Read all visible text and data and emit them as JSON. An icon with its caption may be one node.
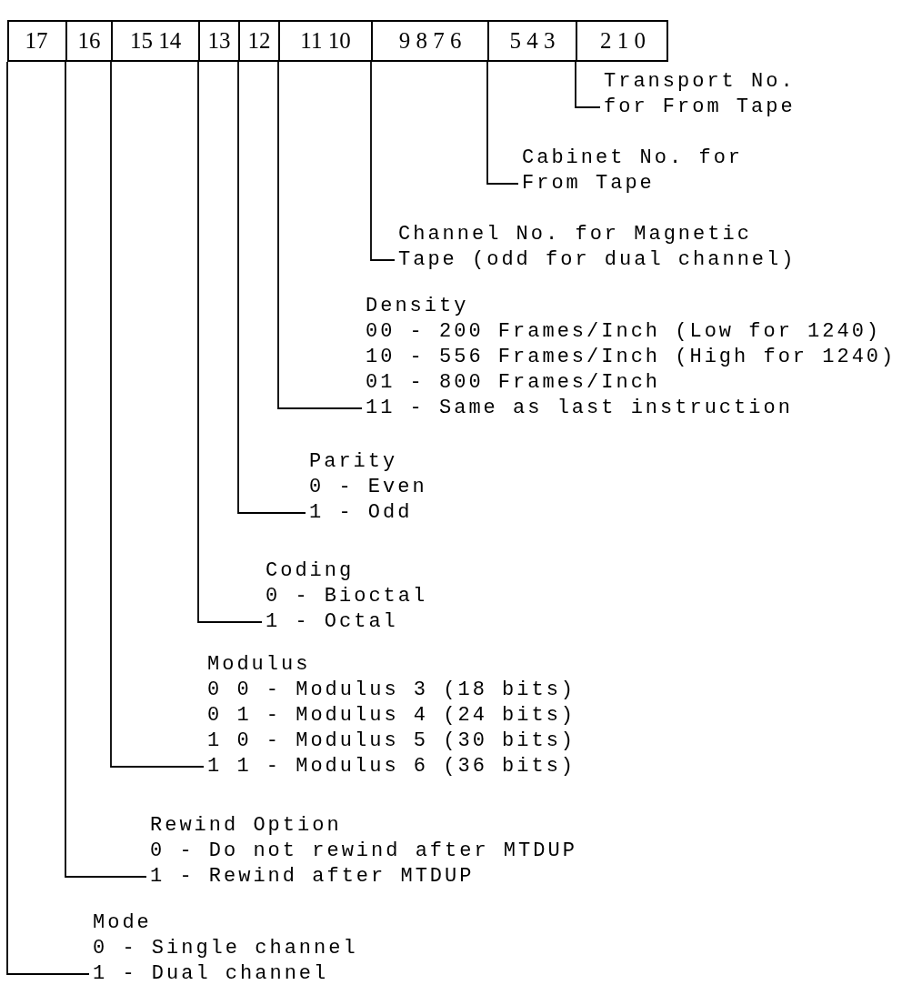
{
  "diagram": {
    "nodes": [
      {
        "text": [
          "17"
        ]
      },
      {
        "text": [
          "16"
        ]
      },
      {
        "text": [
          "15 14"
        ]
      },
      {
        "text": [
          "13"
        ]
      },
      {
        "text": [
          "12"
        ]
      },
      {
        "text": [
          "11 10"
        ]
      },
      {
        "text": [
          "9 8 7 6"
        ]
      },
      {
        "text": [
          "5 4 3"
        ]
      },
      {
        "text": [
          "2 1 0"
        ]
      },
      {
        "text": [
          "Transport No. for From Tape"
        ]
      },
      {
        "text": [
          "Cabinet No. for From Tape"
        ]
      },
      {
        "text": [
          "Channel No. for Magnetic Tape (odd for dual channel)"
        ]
      },
      {
        "text": [
          "Density",
          "00 - 200 Frames/Inch (Low for 1240)",
          "10 - 556 Frames/Inch (High for 1240)",
          "01 - 800 Frames/Inch",
          "11 - Same as last instruction"
        ]
      },
      {
        "text": [
          "Parity",
          "0 - Even",
          "1 - Odd"
        ]
      },
      {
        "text": [
          "Coding",
          "0 - Bioctal",
          "1 - Octal"
        ]
      },
      {
        "text": [
          "Modulus",
          "0 0 - Modulus 3 (18 bits)",
          "0 1 - Modulus 4 (24 bits)",
          "1 0 - Modulus 5 (30 bits)",
          "1 1 - Modulus 6 (36 bits)"
        ]
      },
      {
        "text": [
          "Rewind Option",
          "0 - Do not rewind after MTDUP",
          "1 - Rewind after MTDUP"
        ]
      },
      {
        "text": [
          "Mode",
          "0 - Single channel",
          "1 - Dual channel"
        ]
      }
    ],
    "edges": [
      {
        "from": 8,
        "to": 9,
        "arrow": "none"
      },
      {
        "from": 7,
        "to": 10,
        "arrow": "none"
      },
      {
        "from": 6,
        "to": 11,
        "arrow": "none"
      },
      {
        "from": 5,
        "to": 12,
        "arrow": "none"
      },
      {
        "from": 4,
        "to": 13,
        "arrow": "none"
      },
      {
        "from": 3,
        "to": 14,
        "arrow": "none"
      },
      {
        "from": 2,
        "to": 15,
        "arrow": "none"
      },
      {
        "from": 1,
        "to": 16,
        "arrow": "none"
      },
      {
        "from": 0,
        "to": 17,
        "arrow": "none"
      }
    ]
  }
}
